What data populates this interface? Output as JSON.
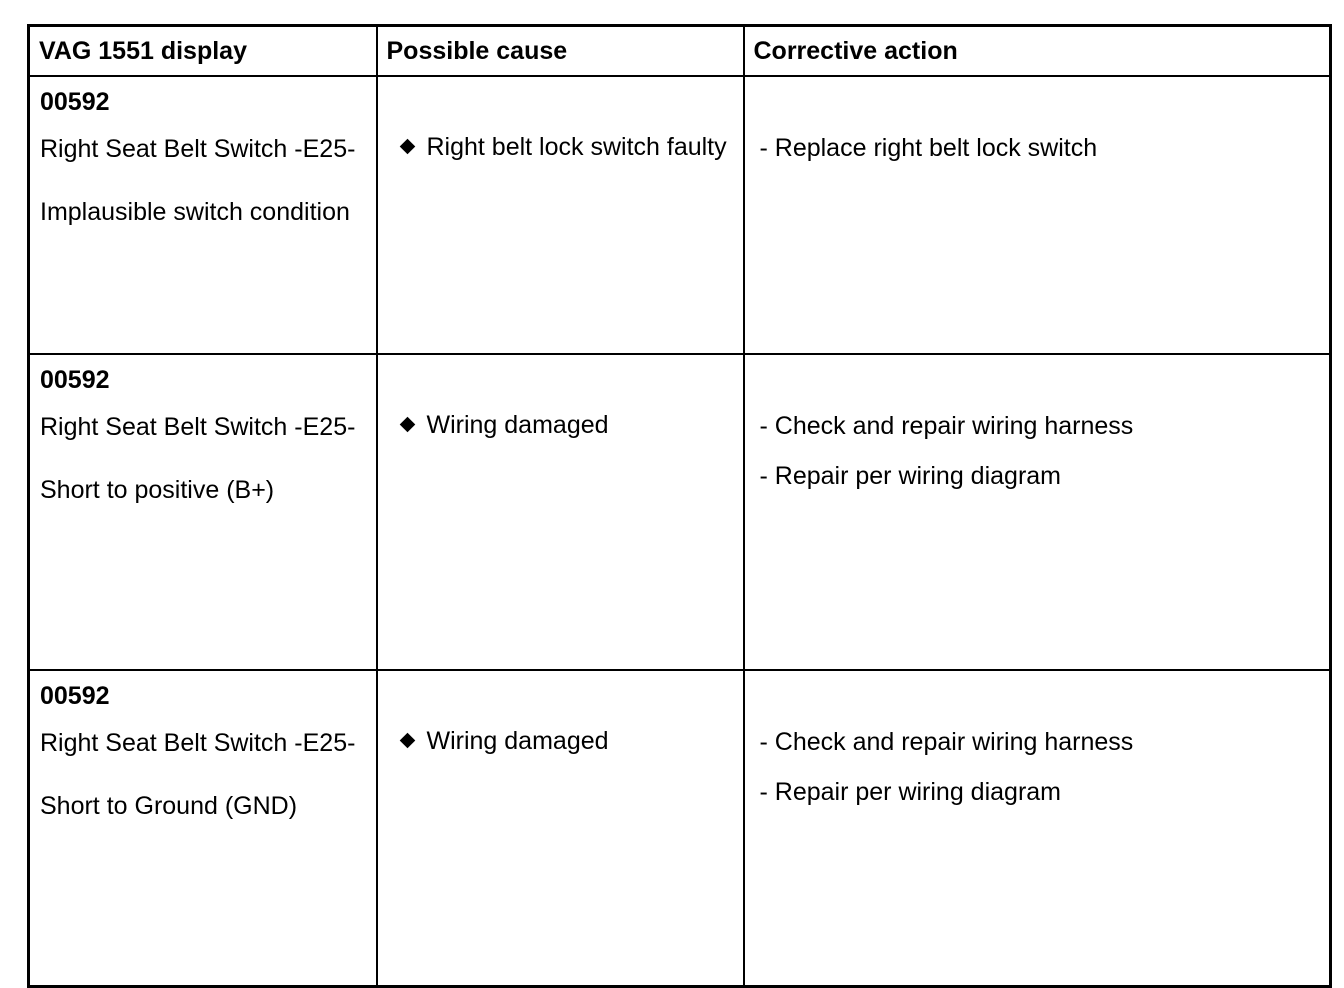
{
  "table": {
    "headers": {
      "display": "VAG 1551 display",
      "cause": "Possible cause",
      "action": "Corrective action"
    },
    "rows": [
      {
        "code": "00592",
        "component": "Right Seat Belt Switch -E25-",
        "condition": "Implausible switch condition",
        "cause": "Right belt lock switch faulty",
        "actions": [
          "- Replace right belt lock switch"
        ]
      },
      {
        "code": "00592",
        "component": "Right Seat Belt Switch -E25-",
        "condition": "Short to positive (B+)",
        "cause": "Wiring damaged",
        "actions": [
          "- Check and repair wiring harness",
          "- Repair per wiring diagram"
        ]
      },
      {
        "code": "00592",
        "component": "Right Seat Belt Switch -E25-",
        "condition": "Short to Ground (GND)",
        "cause": "Wiring damaged",
        "actions": [
          "- Check and repair wiring harness",
          "- Repair per wiring diagram"
        ]
      }
    ]
  },
  "icons": {
    "bullet": "diamond-bullet-icon"
  },
  "colors": {
    "text": "#000000",
    "border": "#000000",
    "background": "#ffffff"
  }
}
